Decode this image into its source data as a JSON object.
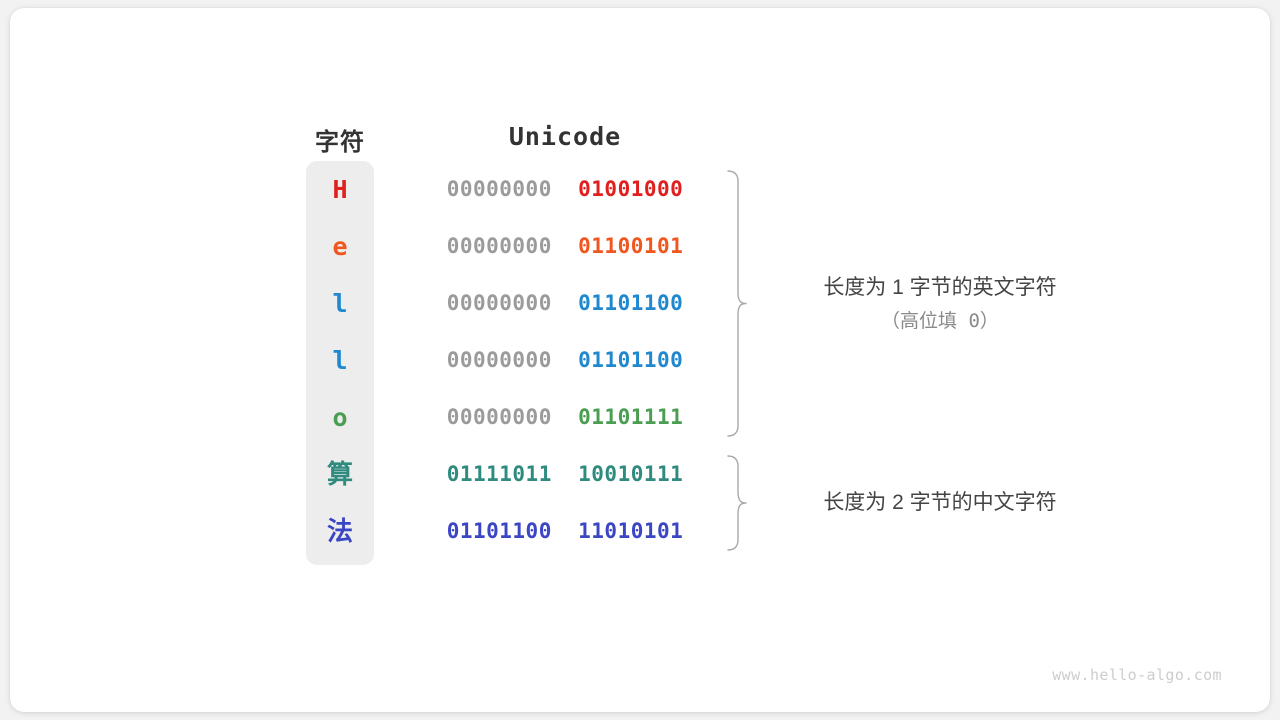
{
  "page": {
    "background": "#f2f2f2",
    "card_background": "#ffffff",
    "watermark": "www.hello-algo.com"
  },
  "headers": {
    "character": "字符",
    "unicode": "Unicode"
  },
  "palette": {
    "red": "#e0201f",
    "orange": "#f0561f",
    "blue": "#1f88cf",
    "green": "#4a9d51",
    "teal": "#2e8b7e",
    "indigo": "#3b46c4",
    "gray_zero": "#9b9b9b",
    "pill": "#ededed",
    "brace": "#a8a8a8",
    "header_text": "#333333"
  },
  "rows": [
    {
      "char": "H",
      "color": "#e0201f",
      "cjk": false,
      "high_byte": "00000000",
      "low_byte": "01001000",
      "high_colored": false
    },
    {
      "char": "e",
      "color": "#f0561f",
      "cjk": false,
      "high_byte": "00000000",
      "low_byte": "01100101",
      "high_colored": false
    },
    {
      "char": "l",
      "color": "#1f88cf",
      "cjk": false,
      "high_byte": "00000000",
      "low_byte": "01101100",
      "high_colored": false
    },
    {
      "char": "l",
      "color": "#1f88cf",
      "cjk": false,
      "high_byte": "00000000",
      "low_byte": "01101100",
      "high_colored": false
    },
    {
      "char": "o",
      "color": "#4a9d51",
      "cjk": false,
      "high_byte": "00000000",
      "low_byte": "01101111",
      "high_colored": false
    },
    {
      "char": "算",
      "color": "#2e8b7e",
      "cjk": true,
      "high_byte": "01111011",
      "low_byte": "10010111",
      "high_colored": true
    },
    {
      "char": "法",
      "color": "#3b46c4",
      "cjk": true,
      "high_byte": "01101100",
      "low_byte": "11010101",
      "high_colored": true
    }
  ],
  "annotations": [
    {
      "main": "长度为 1 字节的英文字符",
      "sub": "（高位填 0）",
      "covers_rows": [
        0,
        1,
        2,
        3,
        4
      ]
    },
    {
      "main": "长度为 2 字节的中文字符",
      "sub": "",
      "covers_rows": [
        5,
        6
      ]
    }
  ]
}
